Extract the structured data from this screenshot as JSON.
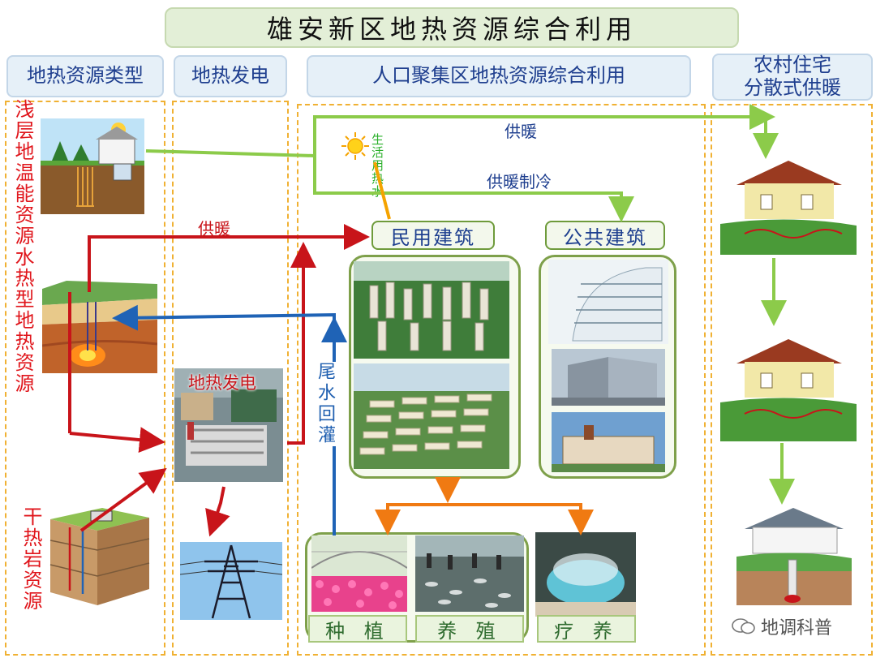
{
  "title": "雄安新区地热资源综合利用",
  "headers": {
    "types": "地热资源类型",
    "power": "地热发电",
    "urban": "人口聚集区地热资源综合利用",
    "rural_line1": "农村住宅",
    "rural_line2": "分散式供暖"
  },
  "left_labels": {
    "shallow": "浅层地温能资源",
    "hydro": "水热型地热资源",
    "hdr": "干热岩资源"
  },
  "power_plant_label": "地热发电",
  "flow_labels": {
    "heating_top": "供暖",
    "heating_cooling": "供暖制冷",
    "heating_red": "供暖",
    "hot_water": "生活用热水",
    "reinjection": "尾水回灌"
  },
  "buildings": {
    "residential": "民用建筑",
    "public": "公共建筑"
  },
  "uses": {
    "plant": "种 植",
    "breed": "养 殖",
    "spa": "疗 养"
  },
  "watermark": "地调科普",
  "colors": {
    "red_flow": "#c8141a",
    "blue_flow": "#1f63b6",
    "green_flow": "#8ccb4a",
    "orange_flow": "#f07a12",
    "dashed_border": "#f0b133"
  }
}
